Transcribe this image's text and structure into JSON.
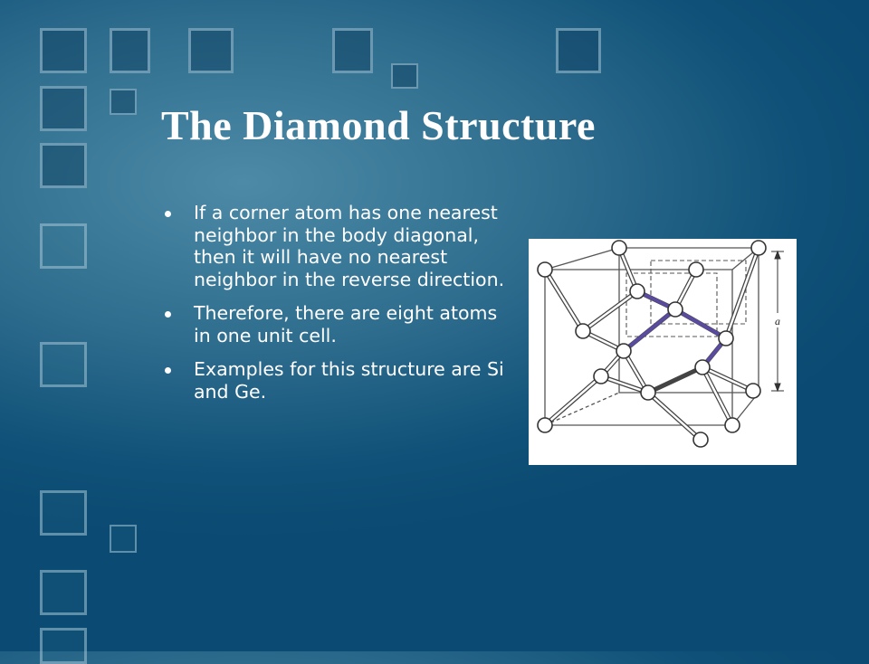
{
  "slide": {
    "title": "The Diamond Structure",
    "bullets": [
      "If a corner atom has one nearest neighbor in the body diagonal, then it will have no nearest neighbor in the reverse direction.",
      "Therefore, there are eight atoms in one unit cell.",
      "Examples for this structure are Si and Ge."
    ]
  },
  "figure": {
    "dimension_label": "a"
  },
  "colors": {
    "background": "#0b4a72",
    "text": "#ffffff",
    "bond_highlight": "#5a4aa0"
  }
}
